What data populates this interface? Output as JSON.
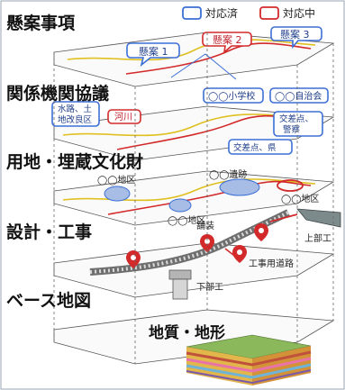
{
  "legend": {
    "resolved_label": "対応済",
    "in_progress_label": "対応中",
    "resolved_color": "#3b6fd6",
    "in_progress_color": "#d22a2a"
  },
  "layers": [
    {
      "title": "懸案事項"
    },
    {
      "title": "関係機関協議"
    },
    {
      "title": "用地・埋蔵文化財"
    },
    {
      "title": "設計・工事"
    },
    {
      "title": "ベース地図"
    },
    {
      "title": "地質・地形"
    }
  ],
  "issues": {
    "issue1": "懸案 1",
    "issue2": "懸案 2",
    "issue3": "懸案 3"
  },
  "consultations": {
    "water_lines": [
      "水路、土",
      "地改良区"
    ],
    "river": "河川",
    "school": "◯◯小学校",
    "neighborhood": "◯◯自治会",
    "intersection_police": [
      "交差点、",
      "警察"
    ],
    "intersection_prefecture": "交差点、県"
  },
  "land": {
    "district_a": "◯◯地区",
    "site": "◯◯遺跡",
    "district_b": "◯◯地区",
    "district_c": "◯◯地区"
  },
  "construction": {
    "pavement": "舗装",
    "superstructure": "上部工",
    "work_road": "工事用道路",
    "substructure": "下部工"
  }
}
